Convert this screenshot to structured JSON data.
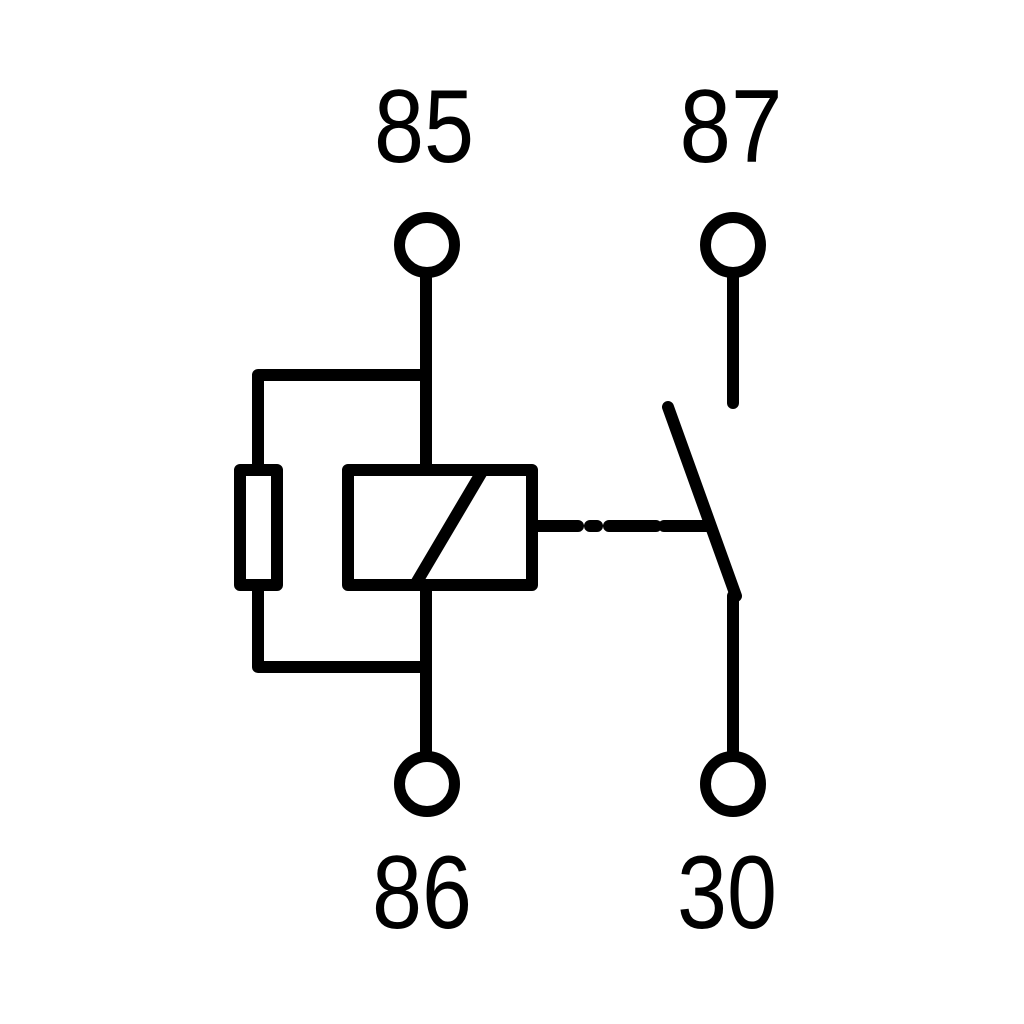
{
  "page": {
    "background_color": "#ffffff",
    "line_color": "#000000"
  },
  "diagram": {
    "kind": "relay-wiring-schematic",
    "description": "Automotive relay schematic: coil between 85 and 86 with parallel resistor, normally-open contact between 87 and 30 actuated via dashed mechanical link",
    "terminals": [
      {
        "label": "85",
        "position": "top-left",
        "role": "coil-terminal"
      },
      {
        "label": "87",
        "position": "top-right",
        "role": "normally-open-contact"
      },
      {
        "label": "86",
        "position": "bottom-left",
        "role": "coil-terminal"
      },
      {
        "label": "30",
        "position": "bottom-right",
        "role": "common-contact"
      }
    ],
    "components": [
      {
        "name": "relay-coil",
        "symbol": "rectangle-with-diagonal-stroke"
      },
      {
        "name": "suppression-resistor",
        "symbol": "narrow-rectangle",
        "connection": "parallel-to-coil"
      },
      {
        "name": "switch-lever",
        "symbol": "angled-line",
        "state": "open"
      },
      {
        "name": "mechanical-link",
        "symbol": "dashed-line"
      }
    ]
  }
}
